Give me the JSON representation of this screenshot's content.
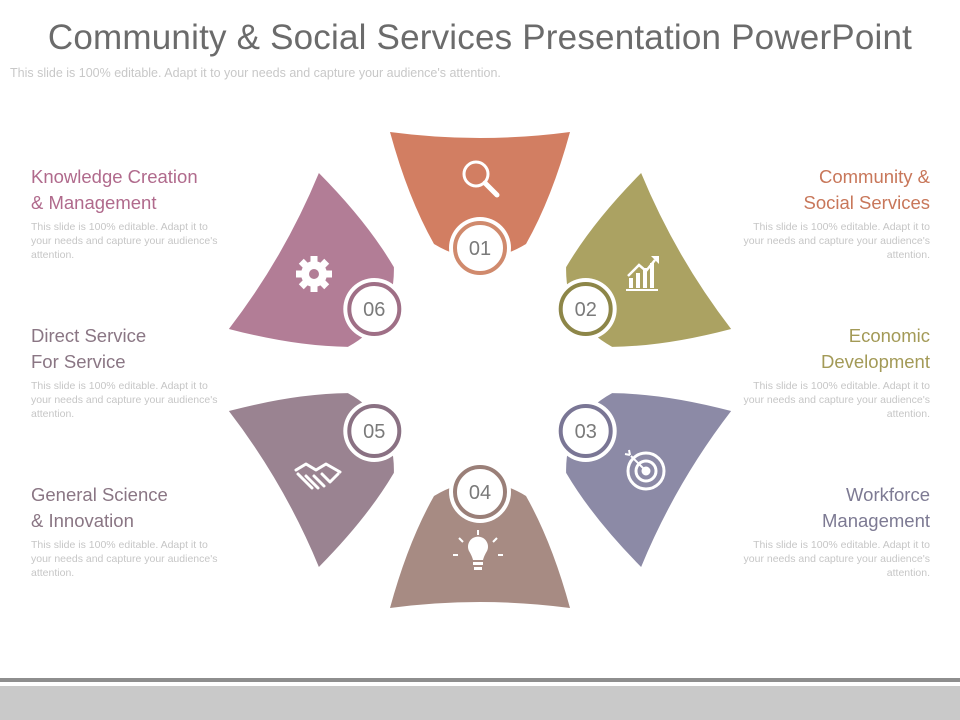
{
  "title": "Community & Social Services Presentation PowerPoint",
  "subtitle": "This slide is 100% editable. Adapt it to your needs and capture your audience's attention.",
  "segments": [
    {
      "number": "01",
      "icon": "magnifier-icon",
      "color": "#d27e62",
      "ring": "#d08a6d"
    },
    {
      "number": "02",
      "icon": "growth-chart-icon",
      "color": "#aba262",
      "ring": "#8d8648"
    },
    {
      "number": "03",
      "icon": "target-icon",
      "color": "#8c8aa6",
      "ring": "#7a7695"
    },
    {
      "number": "04",
      "icon": "lightbulb-icon",
      "color": "#a78b83",
      "ring": "#9a7f78"
    },
    {
      "number": "05",
      "icon": "handshake-icon",
      "color": "#9a8391",
      "ring": "#8a7183"
    },
    {
      "number": "06",
      "icon": "gear-icon",
      "color": "#b27d96",
      "ring": "#9f6f86"
    }
  ],
  "labels": {
    "knowledge": {
      "title": "Knowledge Creation\n& Management",
      "desc": "This slide is 100% editable. Adapt it to your needs and capture your audience's attention.",
      "color": "#b06a8c"
    },
    "direct": {
      "title": "Direct Service\nFor Service",
      "desc": "This slide is 100% editable. Adapt it to your needs and capture your audience's attention.",
      "color": "#8a7684"
    },
    "science": {
      "title": "General Science\n& Innovation",
      "desc": "This slide is 100% editable. Adapt it to your needs and capture your audience's attention.",
      "color": "#8a7684"
    },
    "community": {
      "title": "Community &\nSocial Services",
      "desc": "This slide is 100% editable. Adapt it to your needs and capture your audience's attention.",
      "color": "#c8775a"
    },
    "economic": {
      "title": "Economic\nDevelopment",
      "desc": "This slide is 100% editable. Adapt it to your needs and capture your audience's attention.",
      "color": "#a39a57"
    },
    "workforce": {
      "title": "Workforce\nManagement",
      "desc": "This slide is 100% editable. Adapt it to your needs and capture your audience's attention.",
      "color": "#7d7a93"
    }
  }
}
